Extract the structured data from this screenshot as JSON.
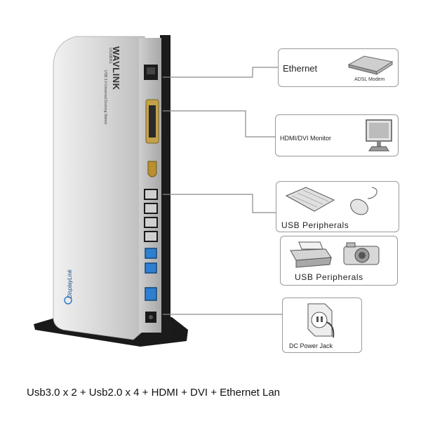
{
  "dock": {
    "brand": "WAVLINK",
    "model": "UG39DK1",
    "model_sub": "USB 3.0 Universal Docking Station",
    "displaylink_logo": "DisplayLink"
  },
  "peripherals": {
    "ethernet": {
      "label": "Ethernet",
      "sublabel": "ADSL Modem",
      "icon": "adsl-modem-icon"
    },
    "monitor": {
      "label": "HDMI/DVI Monitor",
      "icon": "monitor-icon"
    },
    "usb_input": {
      "label": "USB  Peripherals",
      "icons": [
        "keyboard-icon",
        "mouse-icon"
      ]
    },
    "usb_imaging": {
      "label": "USB Peripherals",
      "icons": [
        "printer-icon",
        "camera-icon"
      ]
    },
    "power": {
      "label": "DC Power Jack",
      "icon": "power-outlet-icon"
    }
  },
  "caption": "Usb3.0 x 2 + Usb2.0 x 4 + HDMI + DVI + Ethernet Lan",
  "colors": {
    "usb3_port": "#2f7fd0",
    "body_silver": "#d6d6d6",
    "base": "#1a1a1a",
    "connector_line": "#8a8a8a"
  }
}
